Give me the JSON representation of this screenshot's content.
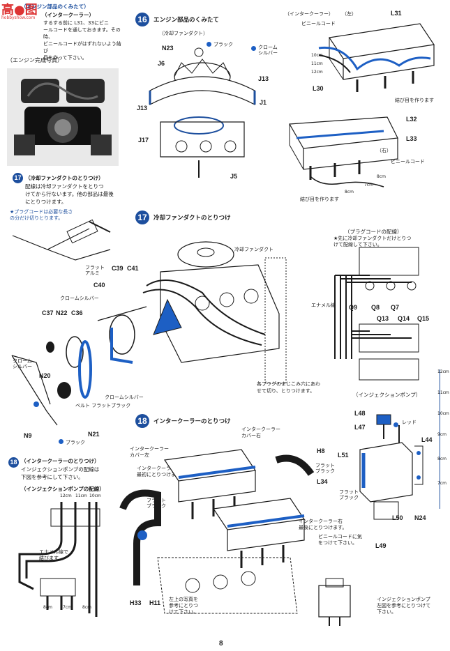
{
  "header": {
    "watermark": "高●图",
    "watermark_url": "hobbyshow.com",
    "engine_section_title": "（エンジン部品のくみたて）",
    "intercooler_label": "（インタークーラー）",
    "intro_text_1": "するする前に L31、33にビニ",
    "intro_text_2": "ールコードを通しておきます。その時、",
    "intro_text_3": "ビニールコードがはずれないよう結び",
    "intro_text_4": "目を作って下さい。"
  },
  "photo": {
    "caption": "（エンジン完成写真）"
  },
  "step16": {
    "number": "16",
    "title": "エンジン部品のくみたて",
    "sub": "（冷却ファンダクト）",
    "parts": [
      "N23",
      "J6",
      "J13",
      "J1",
      "J13",
      "J17",
      "J5"
    ],
    "black": "ブラック",
    "chrome": "クローム",
    "silver": "シルバー"
  },
  "intercooler_left": {
    "title": "（インタークーラー）",
    "side": "（左）",
    "vinyl": "ビニールコード",
    "part": "L31",
    "part2": "L30",
    "knot": "結び目を作ります",
    "cm": [
      "10cm",
      "11cm",
      "12cm"
    ]
  },
  "intercooler_right": {
    "parts": [
      "L32",
      "L33"
    ],
    "side": "（右）",
    "vinyl": "ビニールコード",
    "knot": "結び目を作ります",
    "cm": [
      "8cm",
      "7cm",
      "8cm"
    ]
  },
  "step17_small": {
    "number": "17",
    "title": "（冷却ファンダクトのとりつけ）",
    "text_1": "配線は冷却ファンダクトをとりつ",
    "text_2": "けてから行ないます。他の部品は最後",
    "text_3": "にとりつけます。",
    "note_1": "★プラグコードは必要な長さ",
    "note_2": "の分だけ切りとります。"
  },
  "step17_main": {
    "number": "17",
    "title": "冷却ファンダクトのとりつけ",
    "fan_duct": "冷却ファンダクト",
    "parts": [
      "C39",
      "C41",
      "C40",
      "C37",
      "N22",
      "C36",
      "N20",
      "N9",
      "N21"
    ],
    "flat_al": "フラット",
    "flat_al2": "アルミ",
    "chrome_silver": "クロームシルバー",
    "chrome": "クローム",
    "silver": "シルバー",
    "black": "ブラック",
    "belt": "ベルト フラットブラック",
    "chrome_silver2": "クロームシルバー",
    "note_1": "各プラグのまじこみ穴にあわ",
    "note_2": "せて切り、とりつけます。"
  },
  "plug_wiring": {
    "title": "（プラグコードの配線）",
    "note": "★先に冷却ファンダクトだけとりつ",
    "note2": "けて配線して下さい。",
    "enamel": "エナメル線",
    "parts": [
      "Q9",
      "Q8",
      "Q7",
      "Q13",
      "Q14",
      "Q15"
    ]
  },
  "step18_left": {
    "number": "18",
    "title": "（インタークーラーのとりつけ）",
    "text_1": "インジェクションポンプの配線は",
    "text_2": "下図を参考にして下さい。",
    "sub": "（インジェクションポンプの配線）",
    "cm_top": [
      "12cm",
      "11cm",
      "10cm"
    ],
    "enamel": "エナメル線で",
    "enamel2": "結びます",
    "cm_bottom": [
      "8cm",
      "7cm",
      "8cm"
    ]
  },
  "step18_main": {
    "number": "18",
    "title": "インタークーラーのとりつけ",
    "cover_right": "インタークーラー",
    "cover_right2": "カバー右",
    "cover_left": "インタークーラー",
    "cover_left2": "カバー左",
    "left_cooler": "インタークーラー左",
    "left_cooler2": "最初にとりつけます。",
    "right_cooler": "インタークーラー右",
    "right_cooler2": "最後にとりつけます。",
    "vinyl_note": "ビニールコードに気",
    "vinyl_note2": "をつけて下さい。",
    "flat_black": "フラット",
    "flat_black2": "ブラック",
    "parts": [
      "H8",
      "L34",
      "H33",
      "H11"
    ],
    "ref_note": "左上の写真を",
    "ref_note2": "参考にとりつ",
    "ref_note3": "けて下さい。",
    "pump_note": "インジェクションポンプ",
    "pump_note2": "左図を参考にとりつけて",
    "pump_note3": "下さい。"
  },
  "injection_pump": {
    "title": "（インジェクションポンプ）",
    "parts": [
      "L48",
      "L47",
      "L44",
      "L51",
      "L50",
      "N24",
      "L49"
    ],
    "red": "レッド"
  },
  "ruler": {
    "marks": [
      "12cm",
      "11cm",
      "10cm",
      "9cm",
      "8cm",
      "7cm"
    ]
  },
  "footer": {
    "page_number": "8"
  },
  "colors": {
    "accent": "#1d4f9e",
    "blue_highlight": "#1d5fc4",
    "line": "#1a1a1a"
  }
}
